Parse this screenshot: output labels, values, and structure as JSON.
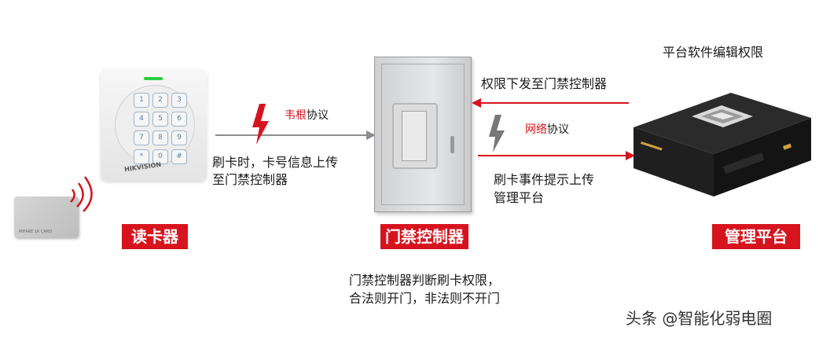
{
  "nodes": {
    "reader": {
      "label": "读卡器",
      "brand": "HIKVISION",
      "keys": [
        "1",
        "2",
        "3",
        "4",
        "5",
        "6",
        "7",
        "8",
        "9",
        "*",
        "0",
        "#"
      ]
    },
    "controller": {
      "label": "门禁控制器"
    },
    "platform": {
      "label": "管理平台"
    }
  },
  "card": {
    "text": "MIFARE 1K CARD"
  },
  "edges": {
    "wiegand": {
      "protocol_red": "韦根",
      "protocol_black": "协议",
      "desc_line1": "刷卡时，卡号信息上传",
      "desc_line2": "至门禁控制器"
    },
    "network": {
      "protocol_red": "网络",
      "protocol_black": "协议"
    },
    "downlink": {
      "text": "权限下发至门禁控制器"
    },
    "uplink": {
      "line1": "刷卡事件提示上传",
      "line2": "管理平台"
    }
  },
  "platform_note": "平台软件编辑权限",
  "controller_note": {
    "line1": "门禁控制器判断刷卡权限，",
    "line2": "合法则开门，非法则不开门"
  },
  "watermark": "头条 @智能化弱电圈",
  "colors": {
    "accent": "#d7141e",
    "arrow_gray": "#8c8c8c",
    "cabinet": "#d9dadb"
  }
}
